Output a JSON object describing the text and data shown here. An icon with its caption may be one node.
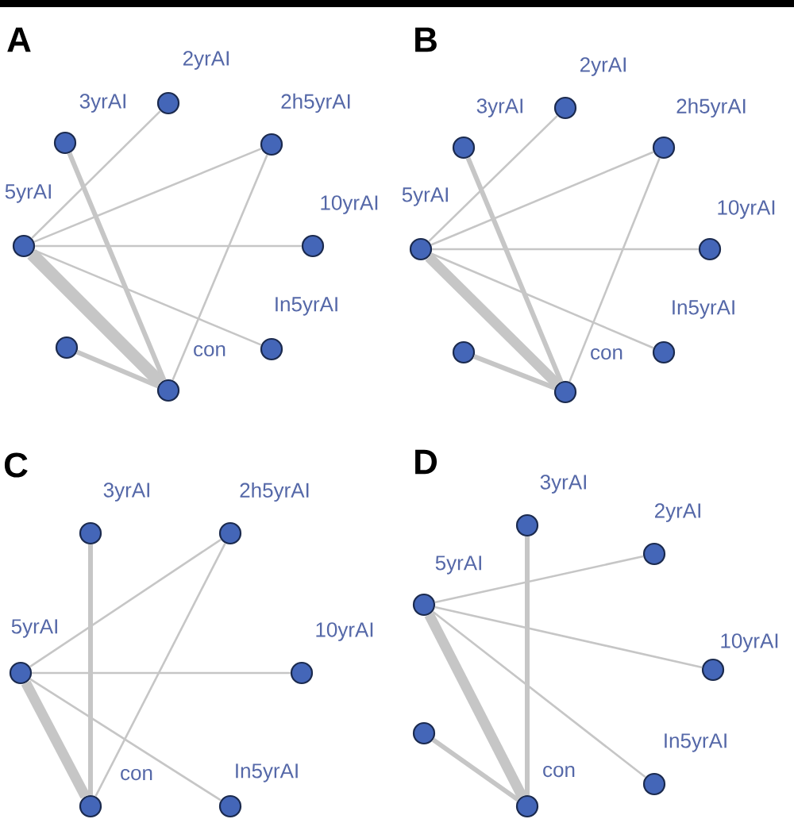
{
  "diagram": {
    "nodes": [
      {
        "text": [
          "2yrAI"
        ]
      },
      {
        "text": [
          "3yrAI"
        ]
      },
      {
        "text": [
          "2h5yrAI"
        ]
      },
      {
        "text": [
          "5yrAI"
        ]
      },
      {
        "text": [
          "10yrAI"
        ]
      },
      {
        "text": [
          "In5yrAI"
        ]
      },
      {
        "text": [],
        "shape": "circle"
      },
      {
        "text": [
          "con"
        ]
      },
      {
        "text": [
          "2yrAI"
        ]
      },
      {
        "text": [
          "3yrAI"
        ]
      },
      {
        "text": [
          "2h5yrAI"
        ]
      },
      {
        "text": [
          "5yrAI"
        ]
      },
      {
        "text": [
          "10yrAI"
        ]
      },
      {
        "text": [
          "In5yrAI"
        ]
      },
      {
        "text": [],
        "shape": "circle"
      },
      {
        "text": [
          "con"
        ]
      },
      {
        "text": [
          "3yrAI"
        ]
      },
      {
        "text": [
          "2h5yrAI"
        ]
      },
      {
        "text": [
          "5yrAI"
        ]
      },
      {
        "text": [
          "10yrAI"
        ]
      },
      {
        "text": [
          "con"
        ]
      },
      {
        "text": [
          "In5yrAI"
        ]
      },
      {
        "text": [
          "3yrAI"
        ]
      },
      {
        "text": [
          "2yrAI"
        ]
      },
      {
        "text": [
          "5yrAI"
        ]
      },
      {
        "text": [
          "10yrAI"
        ]
      },
      {
        "text": [],
        "shape": "circle"
      },
      {
        "text": [
          "In5yrAI"
        ]
      },
      {
        "text": [
          "con"
        ]
      }
    ],
    "edges": [
      {
        "from": 3,
        "to": 0,
        "arrow": "none"
      },
      {
        "from": 3,
        "to": 2,
        "arrow": "none"
      },
      {
        "from": 3,
        "to": 4,
        "arrow": "none"
      },
      {
        "from": 3,
        "to": 5,
        "arrow": "none"
      },
      {
        "from": 3,
        "to": 7,
        "arrow": "none",
        "style": "thick"
      },
      {
        "from": 1,
        "to": 7,
        "arrow": "none",
        "style": "thick"
      },
      {
        "from": 2,
        "to": 7,
        "arrow": "none"
      },
      {
        "from": 6,
        "to": 7,
        "arrow": "none",
        "style": "thick"
      },
      {
        "from": 11,
        "to": 8,
        "arrow": "none"
      },
      {
        "from": 11,
        "to": 10,
        "arrow": "none"
      },
      {
        "from": 11,
        "to": 12,
        "arrow": "none"
      },
      {
        "from": 11,
        "to": 13,
        "arrow": "none"
      },
      {
        "from": 11,
        "to": 15,
        "arrow": "none",
        "style": "thick"
      },
      {
        "from": 9,
        "to": 15,
        "arrow": "none",
        "style": "thick"
      },
      {
        "from": 10,
        "to": 15,
        "arrow": "none"
      },
      {
        "from": 14,
        "to": 15,
        "arrow": "none",
        "style": "thick"
      },
      {
        "from": 18,
        "to": 17,
        "arrow": "none"
      },
      {
        "from": 18,
        "to": 19,
        "arrow": "none"
      },
      {
        "from": 18,
        "to": 21,
        "arrow": "none"
      },
      {
        "from": 18,
        "to": 20,
        "arrow": "none",
        "style": "thick"
      },
      {
        "from": 16,
        "to": 20,
        "arrow": "none",
        "style": "thick"
      },
      {
        "from": 17,
        "to": 20,
        "arrow": "none"
      },
      {
        "from": 24,
        "to": 23,
        "arrow": "none"
      },
      {
        "from": 24,
        "to": 25,
        "arrow": "none"
      },
      {
        "from": 24,
        "to": 27,
        "arrow": "none"
      },
      {
        "from": 24,
        "to": 28,
        "arrow": "none",
        "style": "thick"
      },
      {
        "from": 22,
        "to": 28,
        "arrow": "none",
        "style": "thick"
      },
      {
        "from": 26,
        "to": 28,
        "arrow": "none",
        "style": "thick"
      }
    ],
    "labels": [
      "A",
      "B",
      "C",
      "D"
    ]
  }
}
